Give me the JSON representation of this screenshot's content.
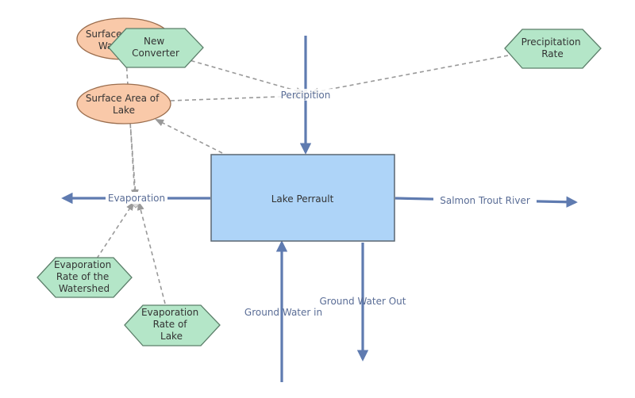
{
  "colors": {
    "flow": "#5f7bb0",
    "link": "#999999",
    "stock_fill": "#aed4f8",
    "stock_stroke": "#5a6672",
    "variable_fill": "#f9c9a9",
    "variable_stroke": "#9b6e4e",
    "converter_fill": "#b4e6c8",
    "converter_stroke": "#5c7f6a",
    "text_dark": "#333333",
    "text_flow": "#5a6d96"
  },
  "stock": {
    "label": "Lake Perrault"
  },
  "variables": {
    "surface_area_watershed": [
      "Surface Area of",
      "Watershed"
    ],
    "surface_area_lake": [
      "Surface Area of",
      "Lake"
    ]
  },
  "converters": {
    "new_converter": [
      "New",
      "Converter"
    ],
    "precipitation_rate": [
      "Precipitation",
      "Rate"
    ],
    "evap_rate_watershed": [
      "Evaporation",
      "Rate of the",
      "Watershed"
    ],
    "evap_rate_lake": [
      "Evaporation",
      "Rate of",
      "Lake"
    ]
  },
  "flows": {
    "precipitation": "Percipition",
    "evaporation": "Evaporation",
    "salmon_trout_river": "Salmon Trout River",
    "ground_water_in": "Ground Water in",
    "ground_water_out": "Ground Water Out"
  }
}
